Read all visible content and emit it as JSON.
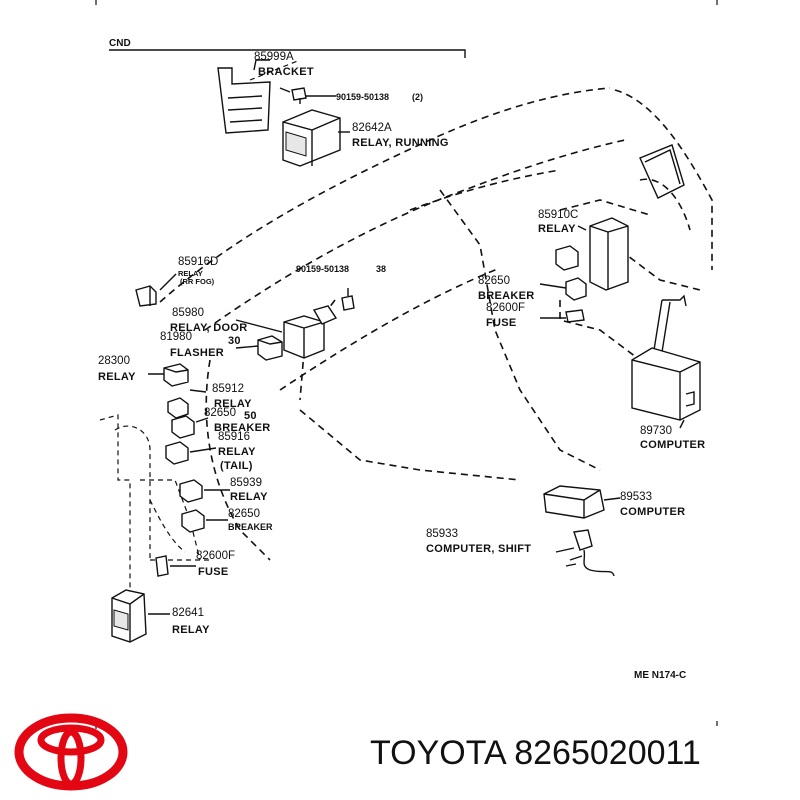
{
  "diagram": {
    "section_code": "CND",
    "drawing_code": "ME  N174-C",
    "parts": [
      {
        "id": "bracket",
        "number": "85999A",
        "name": "BRACKET"
      },
      {
        "id": "bolt",
        "number": "90159-50138",
        "qty": "(2)"
      },
      {
        "id": "relay-running",
        "number": "82642A",
        "name": "RELAY, RUNNING"
      },
      {
        "id": "relay-rr-fog",
        "number": "85916D",
        "name": "RELAY",
        "sub": "(RR FOG)"
      },
      {
        "id": "bolt-b",
        "number": "90159-50138",
        "qty": "38"
      },
      {
        "id": "relay-door",
        "number": "85980",
        "name": "RELAY, DOOR",
        "extra": "30"
      },
      {
        "id": "flasher",
        "number": "81980",
        "name": "FLASHER"
      },
      {
        "id": "relay-28300",
        "number": "28300",
        "name": "RELAY"
      },
      {
        "id": "relay-85912",
        "number": "85912",
        "name": "RELAY"
      },
      {
        "id": "breaker-50",
        "number": "82650",
        "name": "BREAKER",
        "extra": "50"
      },
      {
        "id": "relay-tail",
        "number": "85916",
        "name": "RELAY",
        "sub": "(TAIL)"
      },
      {
        "id": "relay-85939",
        "number": "85939",
        "name": "RELAY"
      },
      {
        "id": "breaker-small",
        "number": "82650",
        "name": "BREAKER"
      },
      {
        "id": "fuse-left",
        "number": "82600F",
        "name": "FUSE"
      },
      {
        "id": "relay-82641",
        "number": "82641",
        "name": "RELAY"
      },
      {
        "id": "relay-85910c",
        "number": "85910C",
        "name": "RELAY"
      },
      {
        "id": "breaker-right",
        "number": "82650",
        "name": "BREAKER"
      },
      {
        "id": "fuse-right",
        "number": "82600F",
        "name": "FUSE"
      },
      {
        "id": "computer-89730",
        "number": "89730",
        "name": "COMPUTER"
      },
      {
        "id": "computer-89533",
        "number": "89533",
        "name": "COMPUTER"
      },
      {
        "id": "computer-shift",
        "number": "85933",
        "name": "COMPUTER, SHIFT"
      }
    ]
  },
  "footer": {
    "brand": "TOYOTA",
    "part_number": "8265020011",
    "logo": "toyota-logo",
    "logo_color": "#e30613"
  }
}
